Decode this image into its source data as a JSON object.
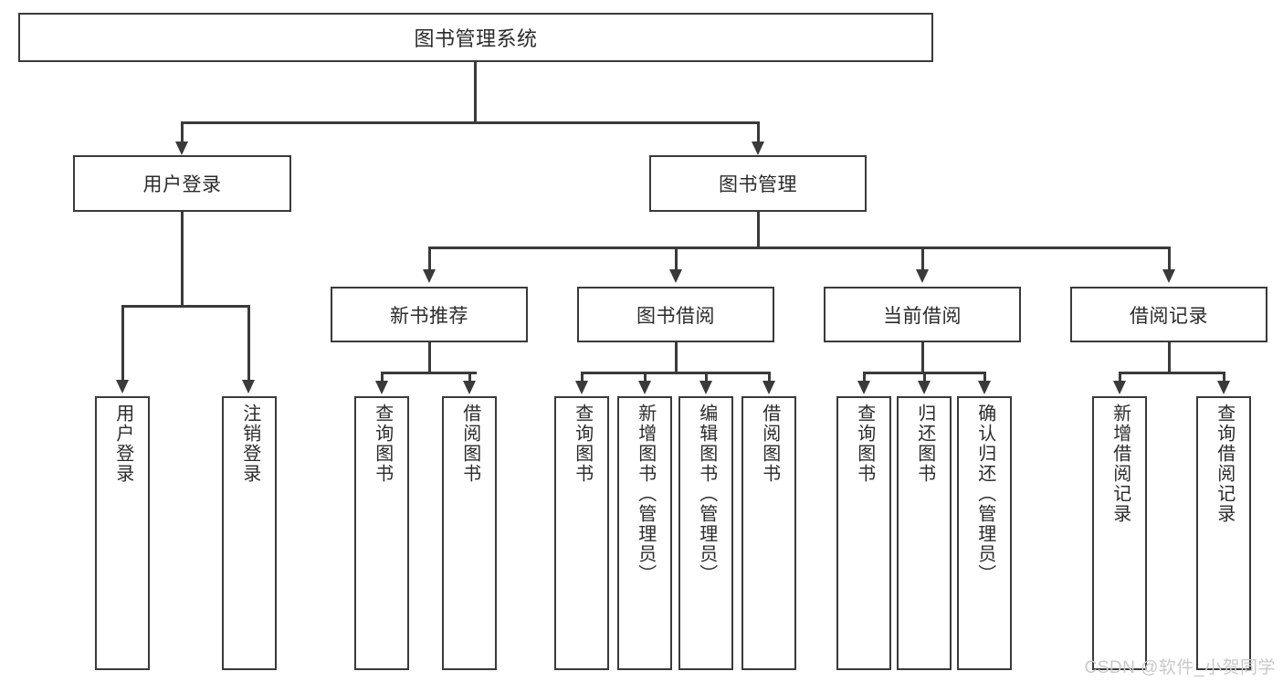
{
  "diagram": {
    "title": "图书管理系统",
    "type": "tree-hierarchy-chart",
    "root": {
      "label": "图书管理系统"
    },
    "level2": [
      {
        "id": "user-login",
        "label": "用户登录"
      },
      {
        "id": "book-manage",
        "label": "图书管理"
      }
    ],
    "level3": [
      {
        "id": "new-book-recommend",
        "label": "新书推荐",
        "parent": "book-manage"
      },
      {
        "id": "book-borrow",
        "label": "图书借阅",
        "parent": "book-manage"
      },
      {
        "id": "current-borrow",
        "label": "当前借阅",
        "parent": "book-manage"
      },
      {
        "id": "borrow-record",
        "label": "借阅记录",
        "parent": "book-manage"
      }
    ],
    "leaves": [
      {
        "id": "leaf-user-login",
        "label": "用户登录",
        "parent": "user-login"
      },
      {
        "id": "leaf-logout",
        "label": "注销登录",
        "parent": "user-login"
      },
      {
        "id": "leaf-query-book-1",
        "label": "查询图书",
        "parent": "new-book-recommend"
      },
      {
        "id": "leaf-borrow-book-1",
        "label": "借阅图书",
        "parent": "new-book-recommend"
      },
      {
        "id": "leaf-query-book-2",
        "label": "查询图书",
        "parent": "book-borrow"
      },
      {
        "id": "leaf-add-book",
        "label": "新增图书（管理员）",
        "parent": "book-borrow"
      },
      {
        "id": "leaf-edit-book",
        "label": "编辑图书（管理员）",
        "parent": "book-borrow"
      },
      {
        "id": "leaf-borrow-book-2",
        "label": "借阅图书",
        "parent": "book-borrow"
      },
      {
        "id": "leaf-query-book-3",
        "label": "查询图书",
        "parent": "current-borrow"
      },
      {
        "id": "leaf-return-book",
        "label": "归还图书",
        "parent": "current-borrow"
      },
      {
        "id": "leaf-confirm-return",
        "label": "确认归还（管理员）",
        "parent": "current-borrow"
      },
      {
        "id": "leaf-add-record",
        "label": "新增借阅记录",
        "parent": "borrow-record"
      },
      {
        "id": "leaf-query-record",
        "label": "查询借阅记录",
        "parent": "borrow-record"
      }
    ],
    "colors": {
      "border": "#3a3a3a",
      "background": "#ffffff",
      "text": "#2b2b2b",
      "watermark": "#c9c9c9"
    }
  },
  "watermark": {
    "text": "CSDN @软件_小贺同学"
  }
}
